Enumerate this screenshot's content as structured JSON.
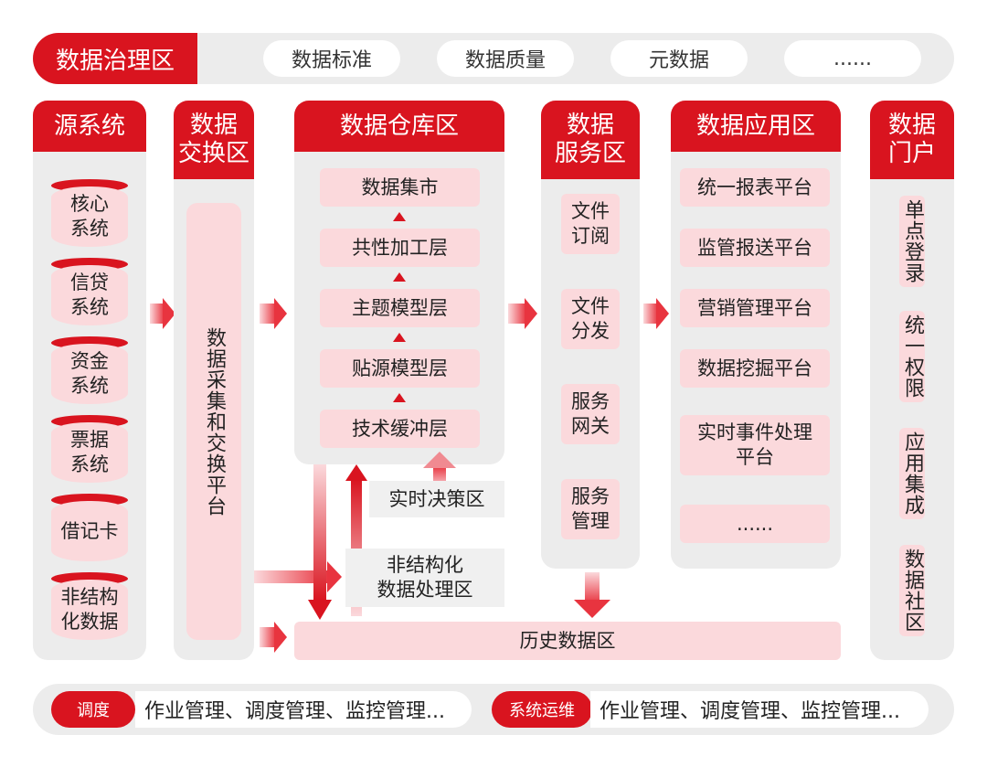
{
  "governance": {
    "title": "数据治理区",
    "items": [
      "数据标准",
      "数据质量",
      "元数据",
      "......"
    ]
  },
  "source": {
    "title": "源系统",
    "items": [
      "核心\n系统",
      "信贷\n系统",
      "资金\n系统",
      "票据\n系统",
      "借记卡",
      "非结构\n化数据"
    ]
  },
  "exchange": {
    "title": "数据\n交换区",
    "platform": "数据采集和交换平台"
  },
  "warehouse": {
    "title": "数据仓库区",
    "layers": [
      "数据集市",
      "共性加工层",
      "主题模型层",
      "贴源模型层",
      "技术缓冲层"
    ]
  },
  "realtime": "实时决策区",
  "unstructured": "非结构化\n数据处理区",
  "history": "历史数据区",
  "service": {
    "title": "数据\n服务区",
    "items": [
      "文件\n订阅",
      "文件\n分发",
      "服务\n网关",
      "服务\n管理"
    ]
  },
  "application": {
    "title": "数据应用区",
    "items": [
      "统一报表平台",
      "监管报送平台",
      "营销管理平台",
      "数据挖掘平台",
      "实时事件处理\n平台",
      "......"
    ]
  },
  "portal": {
    "title": "数据\n门户",
    "items": [
      "单点登录",
      "统一权限",
      "应用集成",
      "数据社区"
    ]
  },
  "bottom": {
    "left_tag": "调度",
    "left_text": "作业管理、调度管理、监控管理...",
    "right_tag": "系统运维",
    "right_text": "作业管理、调度管理、监控管理..."
  },
  "colors": {
    "accent": "#d9141f",
    "pink": "#fbd9dc",
    "panel": "#ececec"
  }
}
